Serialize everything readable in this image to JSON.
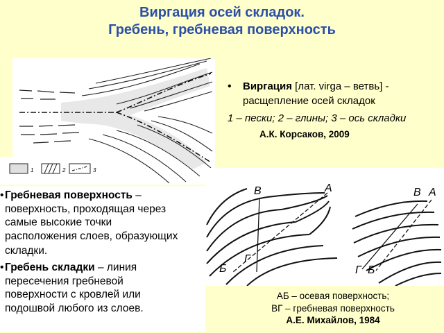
{
  "title": {
    "line1": "Виргация осей складок.",
    "line2": "Гребень, гребневая поверхность"
  },
  "virgation": {
    "term": "Виргация",
    "definition_1": " [лат. virga – ветвь]  -",
    "definition_2": "расщепление осей складок",
    "legend": "1 – пески; 2 – глины; 3 – ось складки",
    "author": "А.К. Корсаков, 2009"
  },
  "figure1": {
    "legend_labels": [
      "1",
      "2",
      "3"
    ]
  },
  "crest_surface": {
    "term": "Гребневая поверхность",
    "rest_1": " –",
    "line2": "поверхность, проходящая через",
    "line3": "самые высокие точки",
    "line4": "расположения слоев, образующих",
    "line5": "складки."
  },
  "crest_line": {
    "term": "Гребень складки",
    "rest_1": " – линия",
    "line2": "пересечения гребневой",
    "line3": "поверхности с кровлей или",
    "line4": "подошвой любого из слоев."
  },
  "figure2": {
    "left": {
      "label_v": "В",
      "label_a": "А",
      "label_b": "Б",
      "label_g": "Г"
    },
    "right": {
      "label_v": "В",
      "label_a": "А",
      "label_g": "Г",
      "label_b": "Б"
    }
  },
  "caption": {
    "line1": "АБ – осевая поверхность;",
    "line2": "ВГ – гребневая поверхность",
    "author": "А.Е. Михайлов, 1984"
  },
  "colors": {
    "background": "#ffffcc",
    "title": "#2a4fa8"
  }
}
